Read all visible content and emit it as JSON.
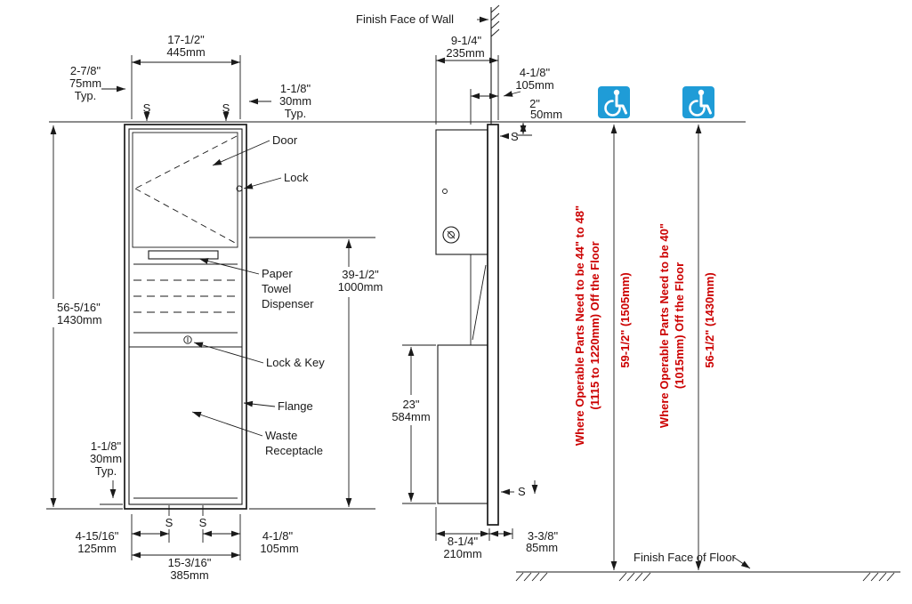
{
  "front": {
    "labels": {
      "door": "Door",
      "lock": "Lock",
      "paper1": "Paper",
      "paper2": "Towel",
      "paper3": "Dispenser",
      "lock_key": "Lock & Key",
      "flange": "Flange",
      "waste1": "Waste",
      "waste2": "Receptacle"
    },
    "dims": {
      "width_in": "17-1/2\"",
      "width_mm": "445mm",
      "left_off_in": "2-7/8\"",
      "left_off_mm": "75mm",
      "left_off_typ": "Typ.",
      "right_off_in": "1-1/8\"",
      "right_off_mm": "30mm",
      "right_off_typ": "Typ.",
      "height_in": "56-5/16\"",
      "height_mm": "1430mm",
      "operable_in": "39-1/2\"",
      "operable_mm": "1000mm",
      "bottom_margin_in": "1-1/8\"",
      "bottom_margin_mm": "30mm",
      "bottom_margin_typ": "Typ.",
      "rough_left_in": "4-15/16\"",
      "rough_left_mm": "125mm",
      "rough_width_in": "15-3/16\"",
      "rough_width_mm": "385mm",
      "rough_right_in": "4-1/8\"",
      "rough_right_mm": "105mm",
      "stud": "S"
    }
  },
  "side": {
    "wall_label": "Finish Face of Wall",
    "floor_label": "Finish Face of Floor",
    "dims": {
      "depth_in": "9-1/4\"",
      "depth_mm": "235mm",
      "upper_in": "4-1/8\"",
      "upper_mm": "105mm",
      "top_in": "2\"",
      "top_mm": "50mm",
      "recept_in": "23\"",
      "recept_mm": "584mm",
      "lower_in": "8-1/4\"",
      "lower_mm": "210mm",
      "proj_in": "3-3/8\"",
      "proj_mm": "85mm",
      "stud": "S"
    }
  },
  "notes": {
    "n1_line1": "Where Operable Parts Need to be 44\" to 48\"",
    "n1_line2": "(1115 to 1220mm) Off the Floor",
    "n1_dim": "59-1/2\" (1505mm)",
    "n2_line1": "Where Operable Parts Need to be 40\"",
    "n2_line2": "(1015mm) Off the Floor",
    "n2_dim": "56-1/2\" (1430mm)"
  },
  "colors": {
    "line": "#1a1a1a",
    "note_red": "#cc0000",
    "icon_blue": "#1f9cd7",
    "icon_white": "#ffffff"
  },
  "icons": {
    "accessibility": "wheelchair-symbol"
  }
}
